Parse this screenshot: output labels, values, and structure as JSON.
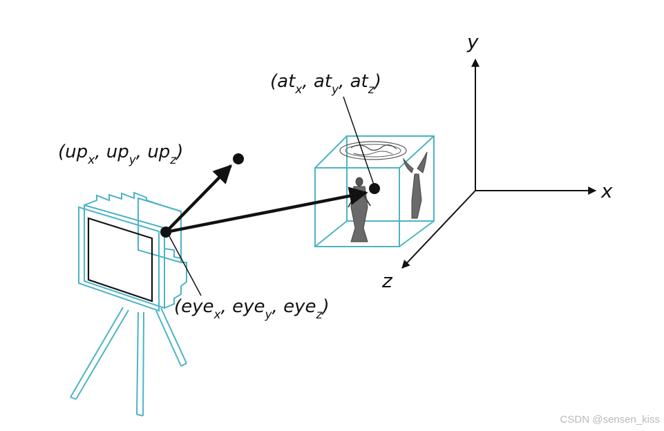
{
  "colors": {
    "wire": "#4cb3c4",
    "ink": "#111111",
    "watermark": "#b9b9b9"
  },
  "labels": {
    "up": {
      "paren_open": "(",
      "a": "up",
      "a_sub": "x",
      "sep1": ", ",
      "b": "up",
      "b_sub": "y",
      "sep2": ", ",
      "c": "up",
      "c_sub": "z",
      "paren_close": ")"
    },
    "at": {
      "paren_open": "(",
      "a": "at",
      "a_sub": "x",
      "sep1": ", ",
      "b": "at",
      "b_sub": "y",
      "sep2": ", ",
      "c": "at",
      "c_sub": "z",
      "paren_close": ")"
    },
    "eye": {
      "paren_open": "(",
      "a": "eye",
      "a_sub": "x",
      "sep1": ", ",
      "b": "eye",
      "b_sub": "y",
      "sep2": ", ",
      "c": "eye",
      "c_sub": "z",
      "paren_close": ")"
    }
  },
  "axes": {
    "x": "x",
    "y": "y",
    "z": "z"
  },
  "watermark": "CSDN @sensen_kiss"
}
